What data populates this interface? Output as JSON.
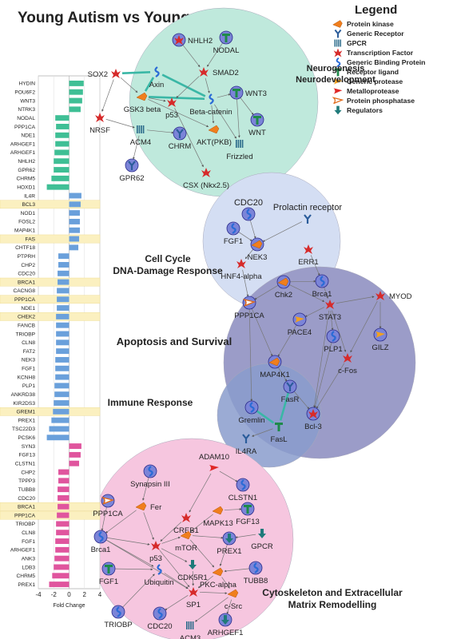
{
  "title": "Young Autism vs Young Control",
  "legend": {
    "title": "Legend",
    "items": [
      {
        "label": "Protein kinase",
        "icon": "protein-kinase-icon"
      },
      {
        "label": "Generic Receptor",
        "icon": "generic-receptor-icon"
      },
      {
        "label": "GPCR",
        "icon": "gpcr-icon"
      },
      {
        "label": "Transcription Factor",
        "icon": "transcription-factor-icon"
      },
      {
        "label": "Generic Binding Protein",
        "icon": "binding-protein-icon"
      },
      {
        "label": "Receptor ligand",
        "icon": "receptor-ligand-icon"
      },
      {
        "label": "Generic protease",
        "icon": "protease-icon"
      },
      {
        "label": "Metalloprotease",
        "icon": "metalloprotease-icon"
      },
      {
        "label": "Protein phosphatase",
        "icon": "phosphatase-icon"
      },
      {
        "label": "Regulators",
        "icon": "regulator-icon"
      }
    ]
  },
  "colors": {
    "neuro": "#3fbf95",
    "cell": "#6aa0db",
    "cyto": "#e0559e",
    "highlight": "#fbf0c0"
  },
  "groups": [
    {
      "label": "Neurogenesis\nNeurodevelopment",
      "color": "#bfe9dc"
    },
    {
      "label": "Cell Cycle\nDNA-Damage Response",
      "color": "#d4def3"
    },
    {
      "label": "Apoptosis and Survival",
      "color": "#9b9cc8"
    },
    {
      "label": "Immune Response",
      "color": "#8a9ccc"
    },
    {
      "label": "Cytoskeleton and Extracellular\nMatrix Remodelling",
      "color": "#f6c6df"
    }
  ],
  "chart_data": {
    "type": "bar",
    "orientation": "horizontal",
    "xlabel": "Fold Change",
    "xlim": [
      -4,
      4
    ],
    "xticks": [
      -4,
      -2,
      0,
      2,
      4
    ],
    "bars": [
      {
        "gene": "HYDIN",
        "value": 1.9,
        "group": "neuro"
      },
      {
        "gene": "POU6F2",
        "value": 1.8,
        "group": "neuro"
      },
      {
        "gene": "WNT3",
        "value": 1.7,
        "group": "neuro"
      },
      {
        "gene": "NTRK3",
        "value": 1.5,
        "group": "neuro"
      },
      {
        "gene": "NODAL",
        "value": -1.8,
        "group": "neuro"
      },
      {
        "gene": "PPP1CA",
        "value": -1.7,
        "group": "neuro"
      },
      {
        "gene": "NDE1",
        "value": -1.8,
        "group": "neuro"
      },
      {
        "gene": "ARHGEF1",
        "value": -1.8,
        "group": "neuro"
      },
      {
        "gene": "ARHGEF1",
        "value": -1.9,
        "group": "neuro"
      },
      {
        "gene": "NHLH2",
        "value": -2.0,
        "group": "neuro"
      },
      {
        "gene": "GPR62",
        "value": -2.0,
        "group": "neuro"
      },
      {
        "gene": "CHRM5",
        "value": -2.3,
        "group": "neuro"
      },
      {
        "gene": "HOXD1",
        "value": -2.9,
        "group": "neuro"
      },
      {
        "gene": "IL4R",
        "value": 1.6,
        "group": "cell"
      },
      {
        "gene": "BCL3",
        "value": 1.5,
        "group": "cell",
        "highlight": true
      },
      {
        "gene": "NOD1",
        "value": 1.4,
        "group": "cell"
      },
      {
        "gene": "FOSL2",
        "value": 1.4,
        "group": "cell"
      },
      {
        "gene": "MAP4K1",
        "value": 1.4,
        "group": "cell"
      },
      {
        "gene": "FAS",
        "value": 1.3,
        "group": "cell",
        "highlight": true
      },
      {
        "gene": "CHTF18",
        "value": 1.2,
        "group": "cell"
      },
      {
        "gene": "PTPRH",
        "value": -1.4,
        "group": "cell"
      },
      {
        "gene": "CHP2",
        "value": -1.4,
        "group": "cell"
      },
      {
        "gene": "CDC20",
        "value": -1.5,
        "group": "cell"
      },
      {
        "gene": "BRCA1",
        "value": -1.5,
        "group": "cell",
        "highlight": true
      },
      {
        "gene": "CACNG8",
        "value": -1.6,
        "group": "cell"
      },
      {
        "gene": "PPP1CA",
        "value": -1.6,
        "group": "cell",
        "highlight": true
      },
      {
        "gene": "NDE1",
        "value": -1.6,
        "group": "cell"
      },
      {
        "gene": "CHEK2",
        "value": -1.7,
        "group": "cell",
        "highlight": true
      },
      {
        "gene": "FANCB",
        "value": -1.7,
        "group": "cell"
      },
      {
        "gene": "TRIOBP",
        "value": -1.7,
        "group": "cell"
      },
      {
        "gene": "CLN8",
        "value": -1.7,
        "group": "cell"
      },
      {
        "gene": "FAT2",
        "value": -1.7,
        "group": "cell"
      },
      {
        "gene": "NEK3",
        "value": -1.8,
        "group": "cell"
      },
      {
        "gene": "FGF1",
        "value": -1.8,
        "group": "cell"
      },
      {
        "gene": "KCNH8",
        "value": -1.8,
        "group": "cell"
      },
      {
        "gene": "PLP1",
        "value": -1.9,
        "group": "cell"
      },
      {
        "gene": "ANKRD38",
        "value": -1.9,
        "group": "cell"
      },
      {
        "gene": "KIR2DS3",
        "value": -2.0,
        "group": "cell"
      },
      {
        "gene": "GREM1",
        "value": -2.1,
        "group": "cell",
        "highlight": true
      },
      {
        "gene": "PREX1",
        "value": -2.3,
        "group": "cell"
      },
      {
        "gene": "TSC22D3",
        "value": -2.6,
        "group": "cell"
      },
      {
        "gene": "PCSK6",
        "value": -2.9,
        "group": "cell"
      },
      {
        "gene": "SYN3",
        "value": 1.6,
        "group": "cyto"
      },
      {
        "gene": "FGF13",
        "value": 1.5,
        "group": "cyto"
      },
      {
        "gene": "CLSTN1",
        "value": 1.3,
        "group": "cyto"
      },
      {
        "gene": "CHP2",
        "value": -1.4,
        "group": "cyto"
      },
      {
        "gene": "TPPP3",
        "value": -1.4,
        "group": "cyto"
      },
      {
        "gene": "TUBB8",
        "value": -1.5,
        "group": "cyto"
      },
      {
        "gene": "CDC20",
        "value": -1.5,
        "group": "cyto"
      },
      {
        "gene": "BRCA1",
        "value": -1.5,
        "group": "cyto",
        "highlight": true
      },
      {
        "gene": "PPP1CA",
        "value": -1.6,
        "group": "cyto",
        "highlight": true
      },
      {
        "gene": "TRIOBP",
        "value": -1.7,
        "group": "cyto"
      },
      {
        "gene": "CLN8",
        "value": -1.7,
        "group": "cyto"
      },
      {
        "gene": "FGF1",
        "value": -1.8,
        "group": "cyto"
      },
      {
        "gene": "ARHGEF1",
        "value": -1.8,
        "group": "cyto"
      },
      {
        "gene": "ANK3",
        "value": -1.9,
        "group": "cyto"
      },
      {
        "gene": "LDB3",
        "value": -2.0,
        "group": "cyto"
      },
      {
        "gene": "CHRM5",
        "value": -2.2,
        "group": "cyto"
      },
      {
        "gene": "PREX1",
        "value": -2.6,
        "group": "cyto"
      }
    ]
  },
  "nodes": [
    {
      "id": "NHLH2",
      "label": "NHLH2",
      "type": "transcription-factor"
    },
    {
      "id": "NODAL",
      "label": "NODAL",
      "type": "receptor-ligand"
    },
    {
      "id": "SOX2",
      "label": "SOX2",
      "type": "transcription-factor"
    },
    {
      "id": "Axin",
      "label": "Axin",
      "type": "binding-protein"
    },
    {
      "id": "SMAD2",
      "label": "SMAD2",
      "type": "transcription-factor"
    },
    {
      "id": "GSK3",
      "label": "GSK3 beta",
      "type": "protein-kinase"
    },
    {
      "id": "p53a",
      "label": "p53",
      "type": "transcription-factor"
    },
    {
      "id": "BCat",
      "label": "Beta-catenin",
      "type": "binding-protein"
    },
    {
      "id": "WNT3",
      "label": "WNT3",
      "type": "receptor-ligand"
    },
    {
      "id": "NRSF",
      "label": "NRSF",
      "type": "transcription-factor"
    },
    {
      "id": "ACM4",
      "label": "ACM4",
      "type": "gpcr"
    },
    {
      "id": "CHRM",
      "label": "CHRM",
      "type": "generic-receptor"
    },
    {
      "id": "AKT",
      "label": "AKT(PKB)",
      "type": "protein-kinase"
    },
    {
      "id": "WNT",
      "label": "WNT",
      "type": "receptor-ligand"
    },
    {
      "id": "Frizzled",
      "label": "Frizzled",
      "type": "gpcr"
    },
    {
      "id": "GPR62",
      "label": "GPR62",
      "type": "generic-receptor"
    },
    {
      "id": "CSX",
      "label": "CSX (Nkx2.5)",
      "type": "transcription-factor"
    },
    {
      "id": "CDC20a",
      "label": "CDC20",
      "type": "binding-protein"
    },
    {
      "id": "PRLR",
      "label": "Prolactin receptor",
      "type": "generic-receptor"
    },
    {
      "id": "FGF1a",
      "label": "FGF1",
      "type": "binding-protein"
    },
    {
      "id": "NEK3",
      "label": "NEK3",
      "type": "protein-kinase"
    },
    {
      "id": "ERR1",
      "label": "ERR1",
      "type": "transcription-factor"
    },
    {
      "id": "HNF4",
      "label": "HNF4-alpha",
      "type": "transcription-factor"
    },
    {
      "id": "Chk2",
      "label": "Chk2",
      "type": "protein-kinase"
    },
    {
      "id": "Brca1a",
      "label": "Brca1",
      "type": "binding-protein"
    },
    {
      "id": "PPP1CAa",
      "label": "PPP1CA",
      "type": "phosphatase"
    },
    {
      "id": "STAT3",
      "label": "STAT3",
      "type": "transcription-factor"
    },
    {
      "id": "MYOD",
      "label": "MYOD",
      "type": "transcription-factor"
    },
    {
      "id": "PACE4",
      "label": "PACE4",
      "type": "protease"
    },
    {
      "id": "PLP1",
      "label": "PLP1",
      "type": "binding-protein"
    },
    {
      "id": "GILZ",
      "label": "GILZ",
      "type": "protease"
    },
    {
      "id": "MAP4K1",
      "label": "MAP4K1",
      "type": "protein-kinase"
    },
    {
      "id": "cFos",
      "label": "c-Fos",
      "type": "transcription-factor"
    },
    {
      "id": "FasR",
      "label": "FasR",
      "type": "generic-receptor"
    },
    {
      "id": "Gremlin",
      "label": "Gremlin",
      "type": "binding-protein"
    },
    {
      "id": "Bcl3",
      "label": "Bcl-3",
      "type": "transcription-factor"
    },
    {
      "id": "FasL",
      "label": "FasL",
      "type": "receptor-ligand"
    },
    {
      "id": "IL4RA",
      "label": "IL4RA",
      "type": "generic-receptor"
    },
    {
      "id": "SynIII",
      "label": "Synapsin III",
      "type": "binding-protein"
    },
    {
      "id": "ADAM10",
      "label": "ADAM10",
      "type": "metalloprotease"
    },
    {
      "id": "CLSTN1",
      "label": "CLSTN1",
      "type": "binding-protein"
    },
    {
      "id": "PPP1CAb",
      "label": "PPP1CA",
      "type": "phosphatase"
    },
    {
      "id": "Fer",
      "label": "Fer",
      "type": "protein-kinase"
    },
    {
      "id": "CREB1",
      "label": "CREB1",
      "type": "transcription-factor"
    },
    {
      "id": "MAPK13",
      "label": "MAPK13",
      "type": "protein-kinase"
    },
    {
      "id": "FGF13",
      "label": "FGF13",
      "type": "receptor-ligand"
    },
    {
      "id": "Brca1b",
      "label": "Brca1",
      "type": "binding-protein"
    },
    {
      "id": "p53b",
      "label": "p53",
      "type": "transcription-factor"
    },
    {
      "id": "mTOR",
      "label": "mTOR",
      "type": "protein-kinase"
    },
    {
      "id": "PREX1",
      "label": "PREX1",
      "type": "regulator"
    },
    {
      "id": "GPCR",
      "label": "GPCR",
      "type": "regulator"
    },
    {
      "id": "FGF1b",
      "label": "FGF1",
      "type": "receptor-ligand"
    },
    {
      "id": "Ubiq",
      "label": "Ubiquitin",
      "type": "binding-protein"
    },
    {
      "id": "CDK5R1",
      "label": "CDK5R1",
      "type": "regulator"
    },
    {
      "id": "PKCa",
      "label": "PKC-alpha",
      "type": "protein-kinase"
    },
    {
      "id": "TUBB8",
      "label": "TUBB8",
      "type": "binding-protein"
    },
    {
      "id": "SP1",
      "label": "SP1",
      "type": "transcription-factor"
    },
    {
      "id": "cSrc",
      "label": "c-Src",
      "type": "protein-kinase"
    },
    {
      "id": "TRIOBP",
      "label": "TRIOBP",
      "type": "binding-protein"
    },
    {
      "id": "CDC20b",
      "label": "CDC20",
      "type": "binding-protein"
    },
    {
      "id": "ACM3",
      "label": "ACM3",
      "type": "gpcr"
    },
    {
      "id": "ARHGEF1",
      "label": "ARHGEF1",
      "type": "regulator"
    }
  ],
  "edges": [
    [
      "SOX2",
      "Axin"
    ],
    [
      "Axin",
      "GSK3"
    ],
    [
      "GSK3",
      "BCat"
    ],
    [
      "Axin",
      "BCat"
    ],
    [
      "GSK3",
      "p53a"
    ],
    [
      "SMAD2",
      "p53a"
    ],
    [
      "SMAD2",
      "BCat"
    ],
    [
      "BCat",
      "WNT3"
    ],
    [
      "WNT3",
      "WNT"
    ],
    [
      "WNT3",
      "Frizzled"
    ],
    [
      "NRSF",
      "ACM4"
    ],
    [
      "SOX2",
      "NRSF"
    ],
    [
      "ACM4",
      "GPR62"
    ],
    [
      "ACM4",
      "CHRM"
    ],
    [
      "GSK3",
      "AKT"
    ],
    [
      "BCat",
      "AKT"
    ],
    [
      "p53a",
      "CSX"
    ],
    [
      "NHLH2",
      "SMAD2"
    ],
    [
      "NODAL",
      "SMAD2"
    ],
    [
      "BCat",
      "Frizzled"
    ],
    [
      "SOX2",
      "GSK3"
    ],
    [
      "PRLR",
      "NEK3"
    ],
    [
      "FGF1a",
      "NEK3"
    ],
    [
      "NEK3",
      "HNF4"
    ],
    [
      "CDC20a",
      "NEK3"
    ],
    [
      "ERR1",
      "Brca1a"
    ],
    [
      "Chk2",
      "Brca1a"
    ],
    [
      "HNF4",
      "PPP1CAa"
    ],
    [
      "Chk2",
      "PPP1CAa"
    ],
    [
      "Brca1a",
      "STAT3"
    ],
    [
      "STAT3",
      "MYOD"
    ],
    [
      "STAT3",
      "PACE4"
    ],
    [
      "STAT3",
      "PLP1"
    ],
    [
      "MYOD",
      "GILZ"
    ],
    [
      "MYOD",
      "cFos"
    ],
    [
      "STAT3",
      "cFos"
    ],
    [
      "MAP4K1",
      "FasR"
    ],
    [
      "PPP1CAa",
      "MAP4K1"
    ],
    [
      "PACE4",
      "MAP4K1"
    ],
    [
      "FasR",
      "Bcl3"
    ],
    [
      "FasL",
      "FasR"
    ],
    [
      "Gremlin",
      "FasL"
    ],
    [
      "FasL",
      "IL4RA"
    ],
    [
      "STAT3",
      "Bcl3"
    ],
    [
      "PLP1",
      "Bcl3"
    ],
    [
      "PPP1CAa",
      "Gremlin"
    ],
    [
      "cFos",
      "Bcl3"
    ],
    [
      "Chk2",
      "STAT3"
    ],
    [
      "SynIII",
      "Fer"
    ],
    [
      "ADAM10",
      "CLSTN1"
    ],
    [
      "ADAM10",
      "CREB1"
    ],
    [
      "PPP1CAb",
      "Brca1b"
    ],
    [
      "Fer",
      "Brca1b"
    ],
    [
      "Fer",
      "p53b"
    ],
    [
      "CREB1",
      "p53b"
    ],
    [
      "MAPK13",
      "mTOR"
    ],
    [
      "MAPK13",
      "FGF13"
    ],
    [
      "Brca1b",
      "p53b"
    ],
    [
      "p53b",
      "mTOR"
    ],
    [
      "mTOR",
      "PREX1"
    ],
    [
      "GPCR",
      "PREX1"
    ],
    [
      "FGF1b",
      "Ubiq"
    ],
    [
      "Ubiq",
      "SP1"
    ],
    [
      "CDK5R1",
      "SP1"
    ],
    [
      "PKCa",
      "SP1"
    ],
    [
      "PKCa",
      "cSrc"
    ],
    [
      "TUBB8",
      "PKCa"
    ],
    [
      "SP1",
      "cSrc"
    ],
    [
      "SP1",
      "CDC20b"
    ],
    [
      "cSrc",
      "ACM3"
    ],
    [
      "cSrc",
      "ARHGEF1"
    ],
    [
      "Brca1b",
      "SP1"
    ],
    [
      "p53b",
      "SP1"
    ],
    [
      "TRIOBP",
      "Ubiq"
    ],
    [
      "Brca1b",
      "Ubiq"
    ],
    [
      "p53b",
      "CDK5R1"
    ],
    [
      "mTOR",
      "PKCa"
    ],
    [
      "PREX1",
      "PKCa"
    ]
  ],
  "thick_edges": [
    [
      "Axin",
      "GSK3"
    ],
    [
      "GSK3",
      "BCat"
    ],
    [
      "Axin",
      "BCat"
    ],
    [
      "SOX2",
      "Axin"
    ],
    [
      "FasL",
      "FasR"
    ],
    [
      "Gremlin",
      "FasL"
    ]
  ]
}
